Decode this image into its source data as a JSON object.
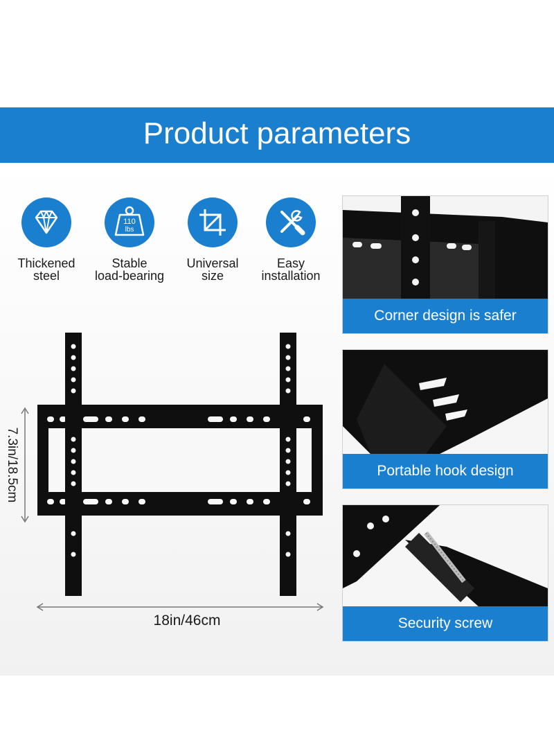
{
  "header": {
    "title": "Product parameters"
  },
  "features": [
    {
      "icon": "diamond-icon",
      "label": "Thickened\nsteel"
    },
    {
      "icon": "weight-110lbs-icon",
      "label": "Stable\nload-bearing",
      "weight_text_top": "110",
      "weight_text_bottom": "lbs"
    },
    {
      "icon": "resize-crop-icon",
      "label": "Universal\nsize"
    },
    {
      "icon": "screwdriver-wrench-icon",
      "label": "Easy\ninstallation"
    }
  ],
  "dimensions": {
    "height": "7.3in/18.5cm",
    "width": "18in/46cm"
  },
  "detail_cards": [
    {
      "caption": "Corner design is safer"
    },
    {
      "caption": "Portable hook design"
    },
    {
      "caption": "Security screw"
    }
  ],
  "colors": {
    "accent": "#1a7fcf",
    "bracket": "#0f0f0f"
  }
}
